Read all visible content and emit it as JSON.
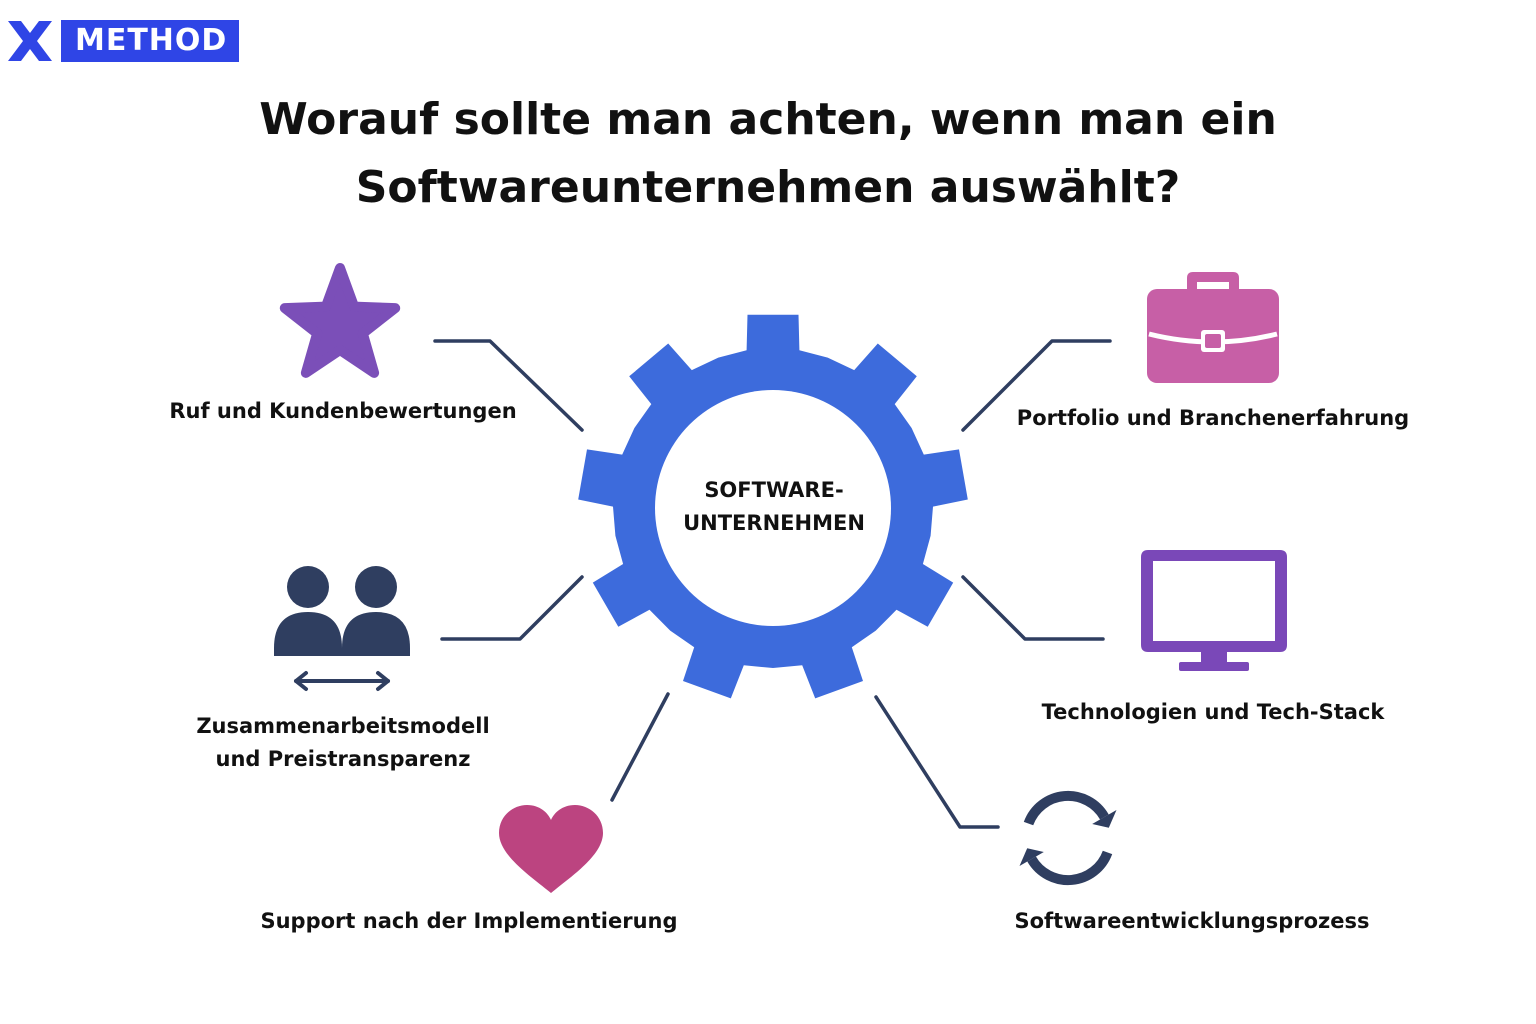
{
  "logo": {
    "text": "METHOD",
    "brand_color": "#2f45e6"
  },
  "title": {
    "line1": "Worauf sollte man achten, wenn man ein",
    "line2": "Softwareunternehmen auswählt?"
  },
  "center": {
    "line1": "SOFTWARE-",
    "line2": "UNTERNEHMEN",
    "gear_color": "#3d6bdc"
  },
  "items": [
    {
      "icon": "star-icon",
      "color": "#7b4fb8",
      "lines": [
        "Ruf und Kundenbewertungen"
      ]
    },
    {
      "icon": "briefcase-icon",
      "color": "#c75fa6",
      "lines": [
        "Portfolio und Branchenerfahrung"
      ]
    },
    {
      "icon": "people-icon",
      "color": "#2f3e60",
      "lines": [
        "Zusammenarbeitsmodell",
        "und Preistransparenz"
      ]
    },
    {
      "icon": "monitor-icon",
      "color": "#7a48b8",
      "lines": [
        "Technologien und Tech-Stack"
      ]
    },
    {
      "icon": "heart-icon",
      "color": "#bc4480",
      "lines": [
        "Support nach der Implementierung"
      ]
    },
    {
      "icon": "refresh-icon",
      "color": "#2f3e60",
      "lines": [
        "Softwareentwicklungsprozess"
      ]
    }
  ]
}
